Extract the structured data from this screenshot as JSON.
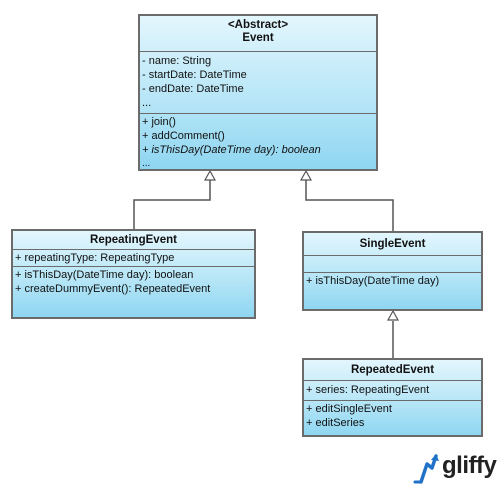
{
  "classes": {
    "event": {
      "stereotype": "<Abstract>",
      "name": "Event",
      "attributes": [
        "- name: String",
        "- startDate: DateTime",
        "- endDate: DateTime",
        "..."
      ],
      "methods": [
        "+ join()",
        "+ addComment()",
        "+ isThisDay(DateTime day): boolean",
        "..."
      ]
    },
    "repeating_event": {
      "name": "RepeatingEvent",
      "attributes": [
        "+ repeatingType: RepeatingType"
      ],
      "methods": [
        "+ isThisDay(DateTime day): boolean",
        "+ createDummyEvent(): RepeatedEvent"
      ]
    },
    "single_event": {
      "name": "SingleEvent",
      "attributes": [],
      "methods": [
        "+ isThisDay(DateTime day)"
      ]
    },
    "repeated_event": {
      "name": "RepeatedEvent",
      "attributes": [
        "+ series: RepeatingEvent"
      ],
      "methods": [
        "+ editSingleEvent",
        "+ editSeries"
      ]
    }
  },
  "relations": [
    {
      "from": "RepeatingEvent",
      "to": "Event",
      "type": "generalization"
    },
    {
      "from": "SingleEvent",
      "to": "Event",
      "type": "generalization"
    },
    {
      "from": "RepeatedEvent",
      "to": "SingleEvent",
      "type": "generalization"
    }
  ],
  "logo": {
    "text": "gliffy"
  },
  "colors": {
    "border": "#6b6b6b",
    "fill_top": "#e3f6fd",
    "fill_bottom": "#8fd6f1"
  }
}
